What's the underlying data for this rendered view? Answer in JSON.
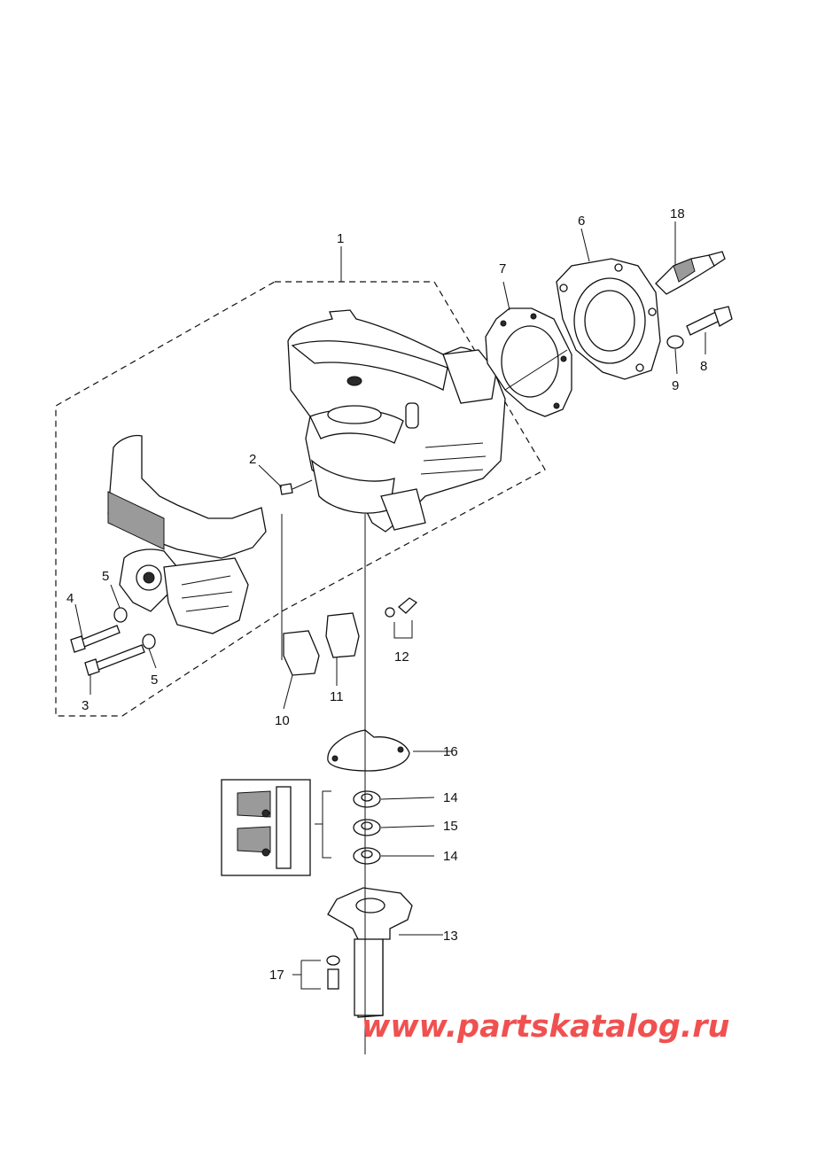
{
  "callouts": {
    "c1": "1",
    "c2": "2",
    "c3": "3",
    "c4": "4",
    "c5a": "5",
    "c5b": "5",
    "c6": "6",
    "c7": "7",
    "c8": "8",
    "c9": "9",
    "c10": "10",
    "c11": "11",
    "c12": "12",
    "c13": "13",
    "c14a": "14",
    "c14b": "14",
    "c15": "15",
    "c16": "16",
    "c17": "17",
    "c18": "18"
  },
  "watermark": "www.partskatalog.ru"
}
